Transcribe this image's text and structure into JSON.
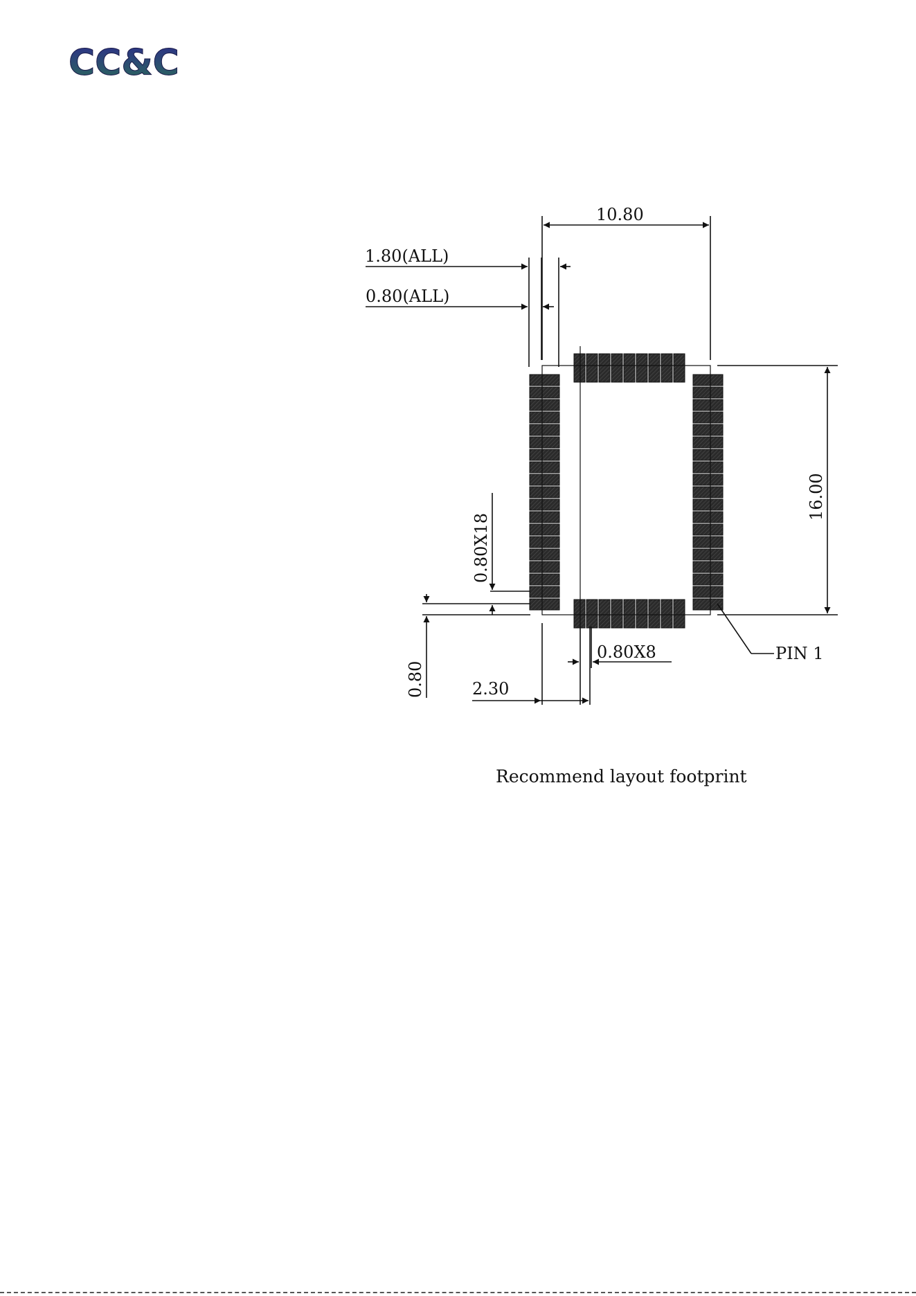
{
  "logo": {
    "text": "CC&C",
    "colors": [
      "#2e2e8a",
      "#2a6a5a"
    ]
  },
  "footprint": {
    "caption": "Recommend layout footprint",
    "pin_label": "PIN 1",
    "dims": {
      "width": "10.80",
      "height": "16.00",
      "pad_length": "1.80(ALL)",
      "pad_width": "0.80(ALL)",
      "side_pitch": "0.80X18",
      "top_pitch": "0.80X8",
      "corner_offset_x": "2.30",
      "corner_offset_y": "0.80"
    },
    "pads": {
      "side_count": 19,
      "top_count": 9,
      "bottom_count": 9
    },
    "colors": {
      "pad": "#2b2b2b",
      "line": "#111111"
    }
  }
}
